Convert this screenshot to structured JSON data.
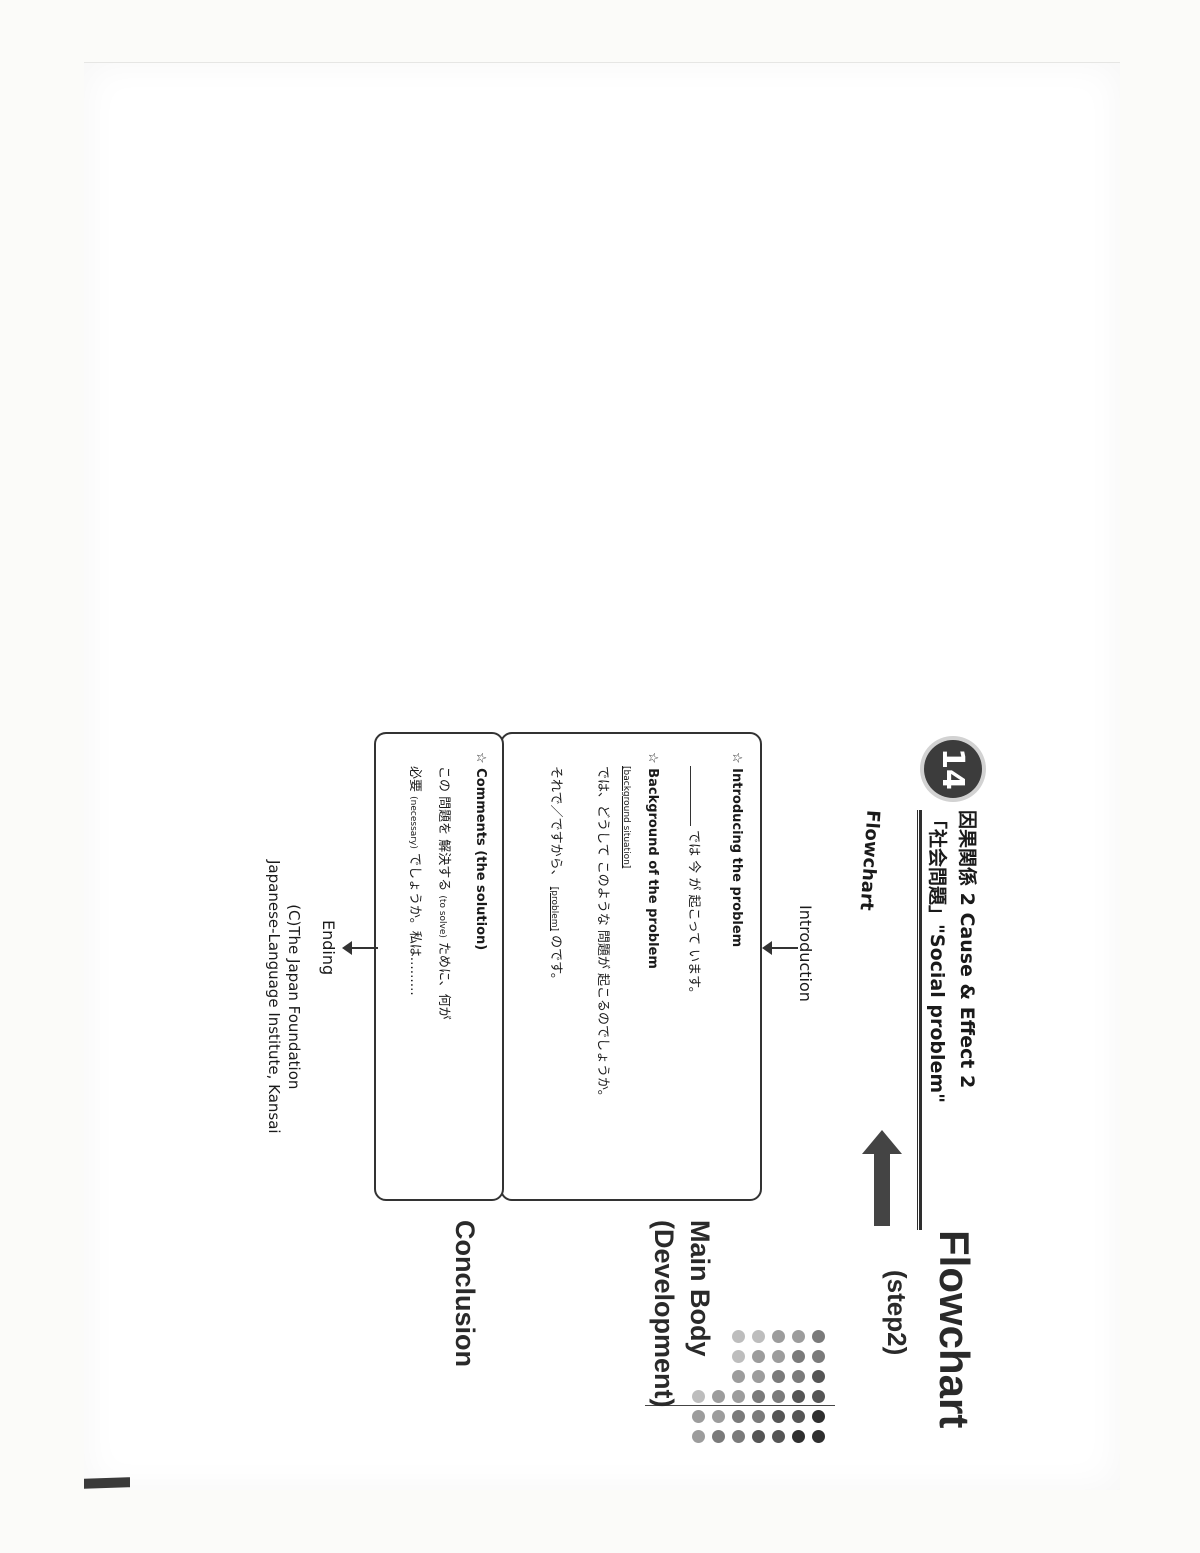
{
  "slide": {
    "lesson_number": "14",
    "lesson_title_line1": "因果関係 2  Cause & Effect 2",
    "lesson_title_line2": "「社会問題」\"Social problem\"",
    "flowchart_small": "Flowchart",
    "big_title": "Flowchart",
    "step_label": "(step2)",
    "introduction_label": "Introduction",
    "main_body_label": "Main Body",
    "development_label": "(Development)",
    "conclusion_label": "Conclusion",
    "ending_label": "Ending"
  },
  "main_box": {
    "intro_heading": "☆ Introducing the problem",
    "intro_line": "では  今  が 起こって います。",
    "background_heading": "☆ Background of the problem",
    "background_line": "では、どうして このような 問題が 起こるのでしょうか。",
    "background_note": "[background situation]",
    "result_line_a": "それで／ですから、",
    "result_note": "[problem]",
    "result_line_b": "のです。"
  },
  "conclusion_box": {
    "heading": "☆ Comments (the solution)",
    "line1_a": "この 問題を 解決する",
    "line1_note": "(to solve)",
    "line1_b": "ために、何が",
    "line2_a": "必要",
    "line2_note": "(necessary)",
    "line2_b": "でしょうか。私は………"
  },
  "footer": {
    "credit_line1": "(C)The Japan Foundation",
    "credit_line2": "Japanese-Language Institute, Kansai"
  }
}
